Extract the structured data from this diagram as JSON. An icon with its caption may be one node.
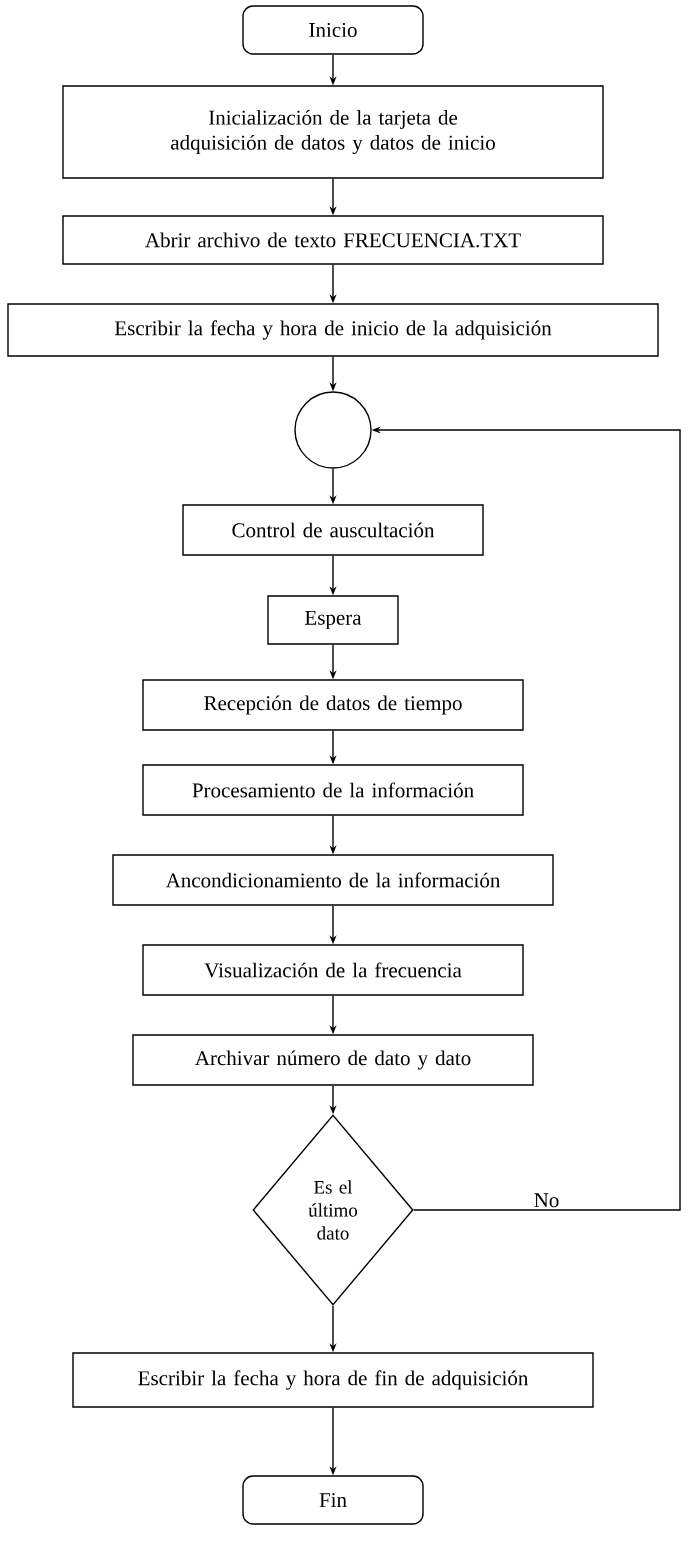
{
  "diagram": {
    "nodes": [
      {
        "text": [
          "Inicio"
        ]
      },
      {
        "text": [
          "Inicialización de la tarjeta de adquisición de datos y datos de inicio"
        ]
      },
      {
        "text": [
          "Abrir archivo de texto FRECUENCIA.TXT"
        ]
      },
      {
        "text": [
          "Escribir la fecha y hora de inicio de la adquisición"
        ]
      },
      {
        "text": [],
        "shape": "circle"
      },
      {
        "text": [
          "Control de auscultación"
        ]
      },
      {
        "text": [
          "Espera"
        ]
      },
      {
        "text": [
          "Recepción de datos de tiempo"
        ]
      },
      {
        "text": [
          "Procesamiento de la información"
        ]
      },
      {
        "text": [
          "Ancondicionamiento de la información"
        ]
      },
      {
        "text": [
          "Visualización de la frecuencia"
        ]
      },
      {
        "text": [
          "Archivar número de dato y dato"
        ]
      },
      {
        "text": [
          "Es el último dato"
        ]
      },
      {
        "text": [
          "Escribir la fecha y hora de fin de adquisición"
        ]
      },
      {
        "text": [
          "Fin"
        ]
      }
    ],
    "edges": [
      {
        "from": 0,
        "to": 1,
        "arrow": "to"
      },
      {
        "from": 1,
        "to": 2,
        "arrow": "to"
      },
      {
        "from": 2,
        "to": 3,
        "arrow": "to"
      },
      {
        "from": 3,
        "to": 4,
        "arrow": "to"
      },
      {
        "from": 4,
        "to": 5,
        "arrow": "to"
      },
      {
        "from": 5,
        "to": 6,
        "arrow": "to"
      },
      {
        "from": 6,
        "to": 7,
        "arrow": "to"
      },
      {
        "from": 7,
        "to": 8,
        "arrow": "to"
      },
      {
        "from": 8,
        "to": 9,
        "arrow": "to"
      },
      {
        "from": 9,
        "to": 10,
        "arrow": "to"
      },
      {
        "from": 10,
        "to": 11,
        "arrow": "to"
      },
      {
        "from": 11,
        "to": 12,
        "arrow": "to"
      },
      {
        "from": 12,
        "to": 13,
        "arrow": "to"
      },
      {
        "from": 13,
        "to": 14,
        "arrow": "to"
      },
      {
        "from": 12,
        "to": 4,
        "arrow": "to",
        "label": "No"
      }
    ]
  }
}
